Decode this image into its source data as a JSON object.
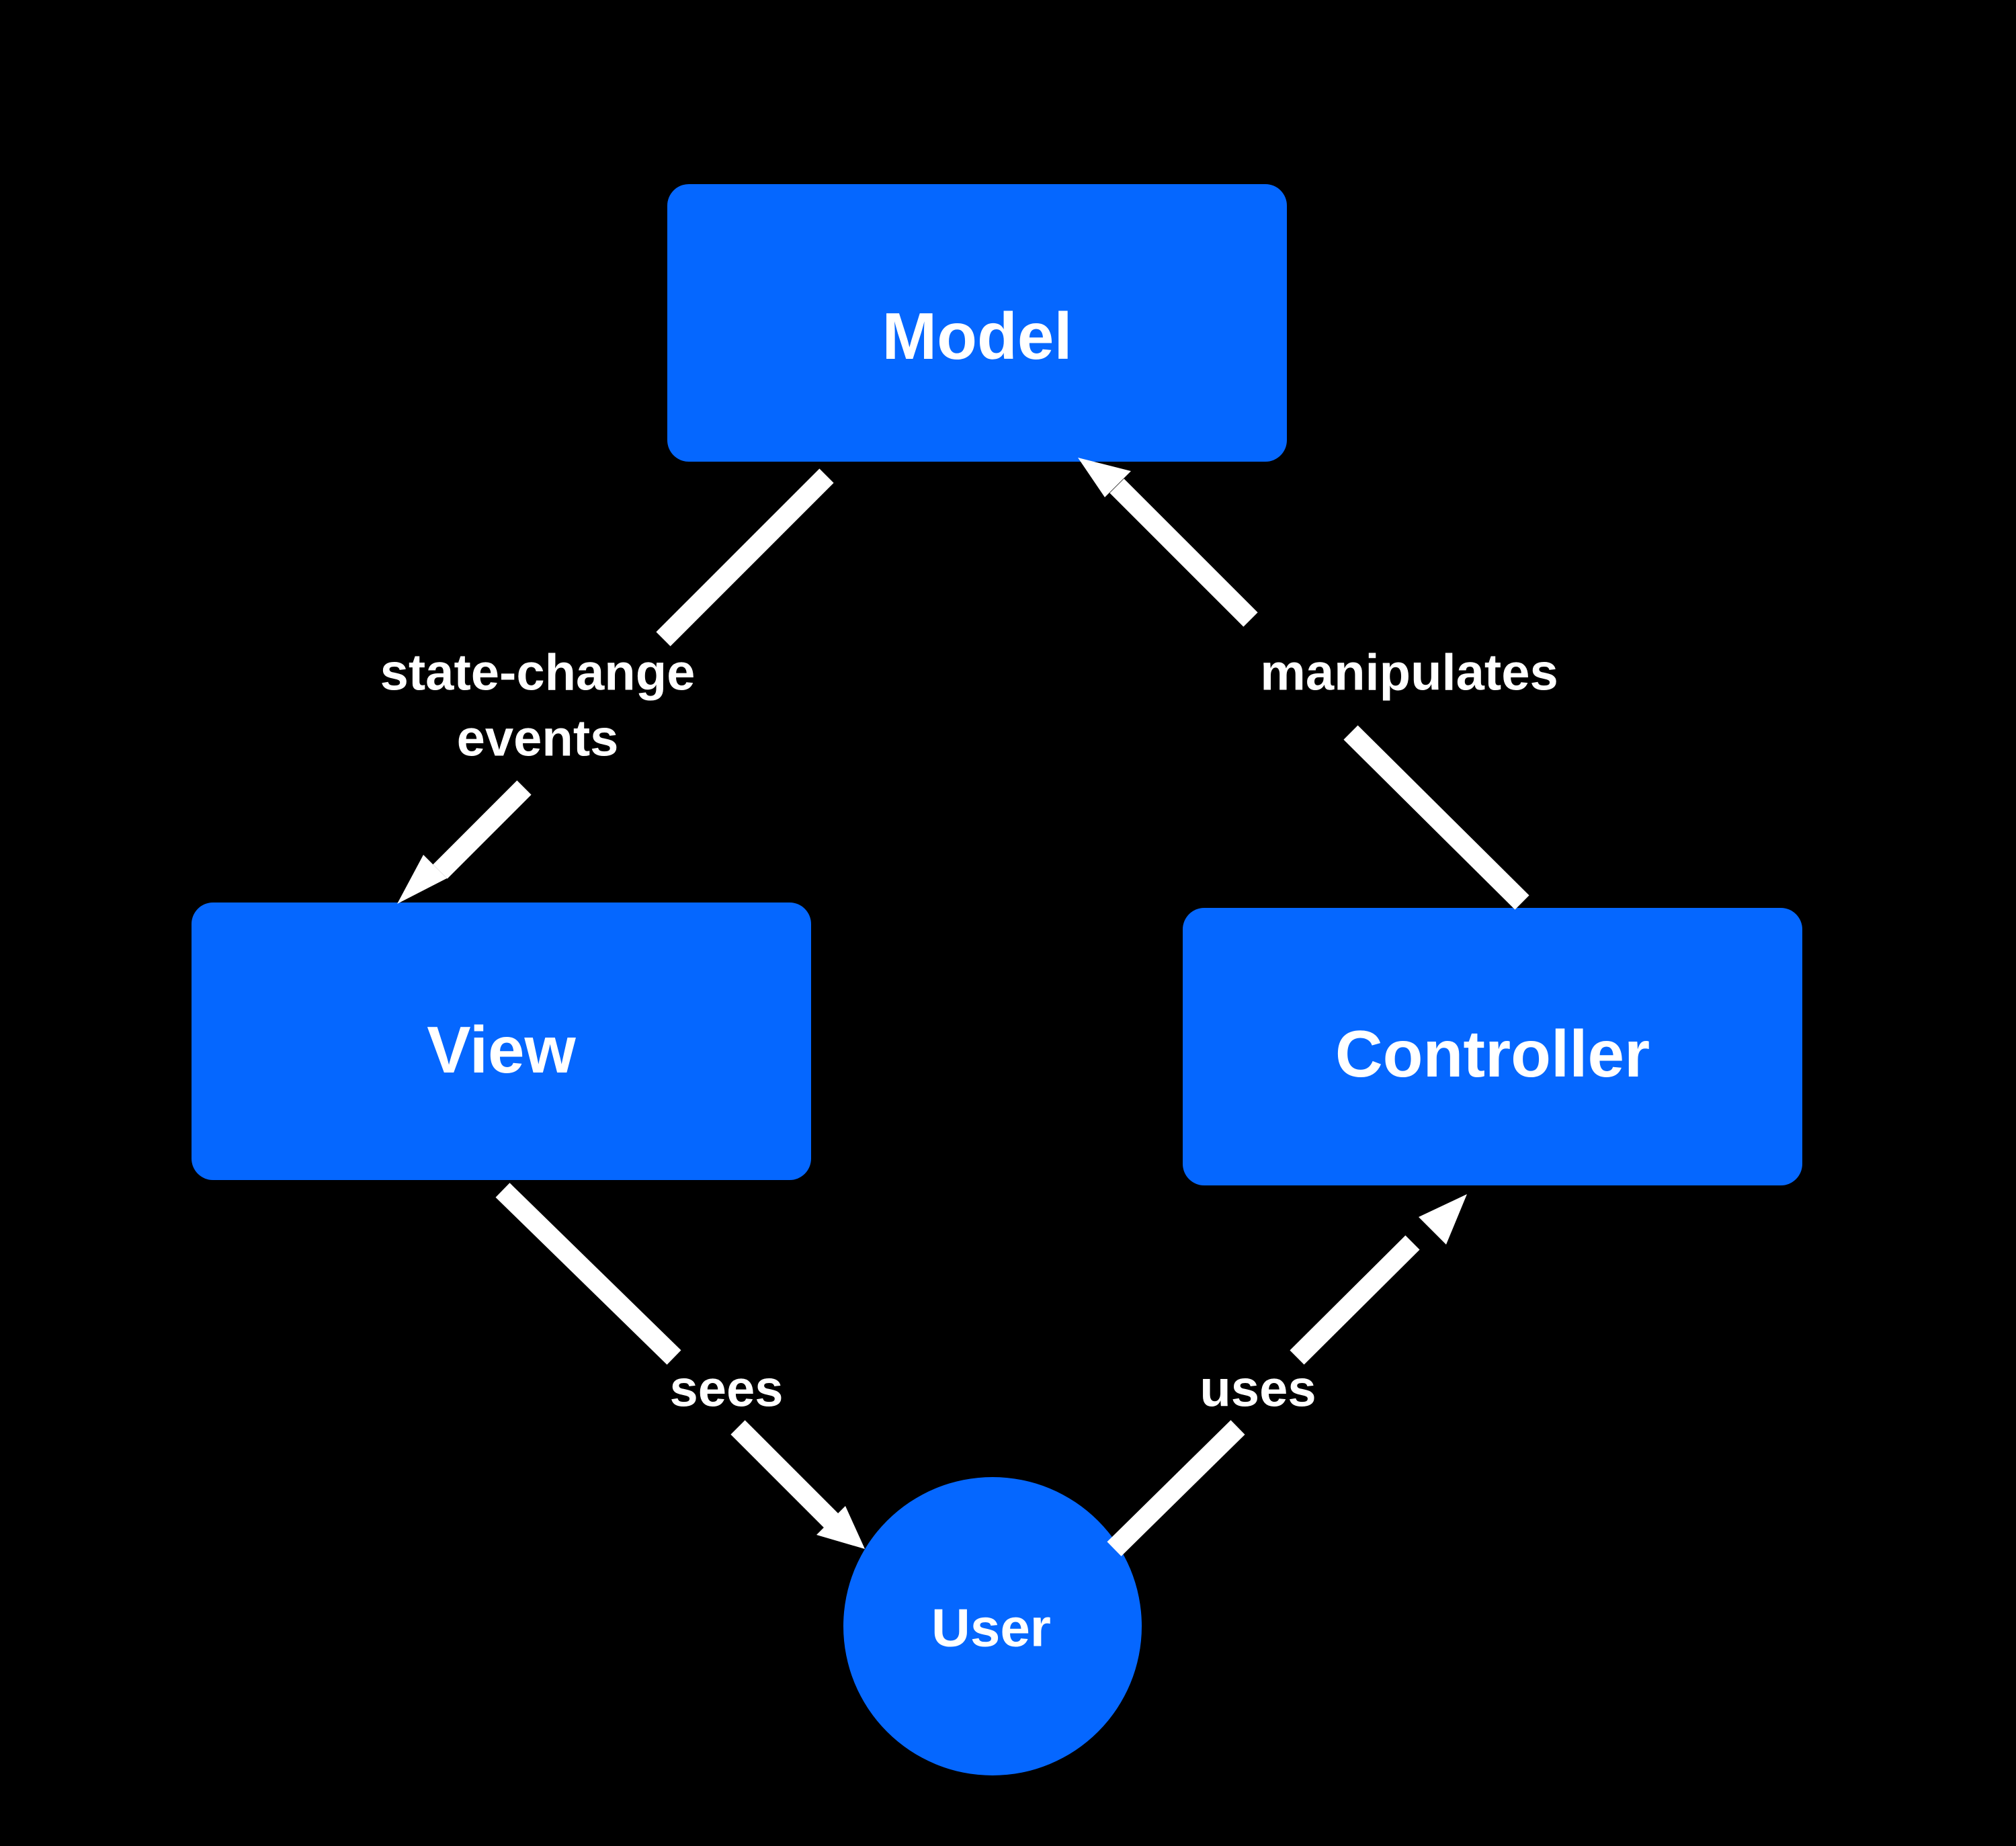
{
  "colors": {
    "background": "#000000",
    "node_fill": "#0567FF",
    "edge": "#FFFFFF",
    "text": "#FFFFFF"
  },
  "nodes": {
    "model": {
      "label": "Model"
    },
    "view": {
      "label": "View"
    },
    "controller": {
      "label": "Controller"
    },
    "user": {
      "label": "User"
    }
  },
  "edges": {
    "model_to_view": {
      "label_line1": "state-change",
      "label_line2": "events"
    },
    "controller_to_model": {
      "label": "manipulates"
    },
    "view_to_user": {
      "label": "sees"
    },
    "user_to_controller": {
      "label": "uses"
    }
  }
}
